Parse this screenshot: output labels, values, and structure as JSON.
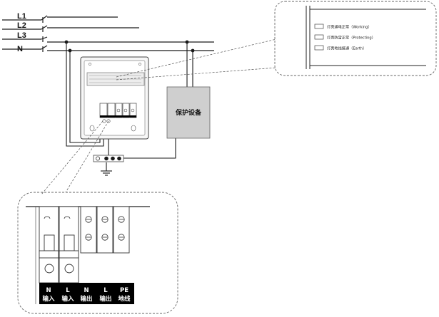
{
  "bus_lines": [
    "L1",
    "L2",
    "L3",
    "N"
  ],
  "protection_device": {
    "label": "保护设备",
    "fill": "#cfcfcf"
  },
  "indicators": [
    {
      "text": "灯亮通电正常（Working）"
    },
    {
      "text": "灯亮防雷正常（Protecting）"
    },
    {
      "text": "灯亮地线接通（Earth）"
    }
  ],
  "terminals": [
    {
      "line1": "N",
      "line2": "输入"
    },
    {
      "line1": "L",
      "line2": "输入"
    },
    {
      "line1": "N",
      "line2": "输出"
    },
    {
      "line1": "L",
      "line2": "输出"
    },
    {
      "line1": "PE",
      "line2": "地线"
    }
  ],
  "colors": {
    "line": "#1a1a1a",
    "dashed": "#555555",
    "terminal_bar": "#000000",
    "device": "#cfcfcf"
  }
}
